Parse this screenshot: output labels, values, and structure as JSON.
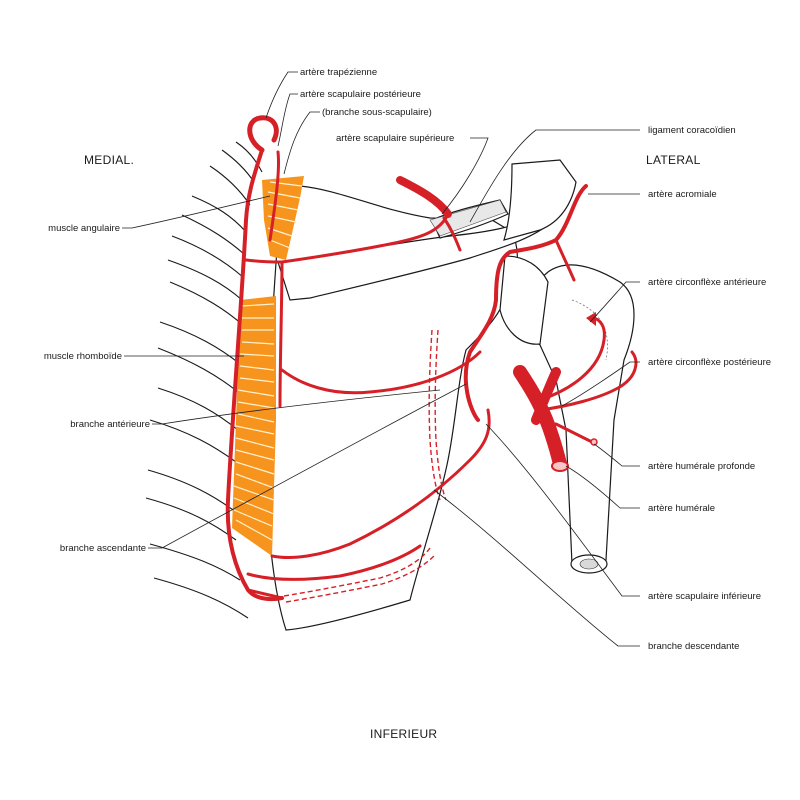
{
  "directions": {
    "medial": "MEDIAL.",
    "lateral": "LATERAL",
    "inferior": "INFERIEUR"
  },
  "labels": {
    "artere_trapezienne": "artère trapézienne",
    "artere_scapulaire_posterieure": "artère scapulaire postérieure",
    "branche_sous_scapulaire": "(branche sous-scapulaire)",
    "artere_scapulaire_superieure": "artère scapulaire supérieure",
    "ligament_coracoidien": "ligament coracoïdien",
    "artere_acromiale": "artère acromiale",
    "artere_circonflexe_anterieure": "artère circonflèxe antérieure",
    "artere_circonflexe_posterieure": "artère circonflèxe postérieure",
    "artere_humerale_profonde": "artère humérale profonde",
    "artere_humerale": "artère humérale",
    "artere_scapulaire_inferieure": "artère scapulaire inférieure",
    "branche_descendante": "branche descendante",
    "muscle_angulaire": "muscle angulaire",
    "muscle_rhomboide": "muscle rhomboïde",
    "branche_anterieure": "branche antérieure",
    "branche_ascendante": "branche ascendante"
  },
  "colors": {
    "artery": "#d62028",
    "muscle": "#f7941d",
    "bone_outline": "#1a1a1a"
  }
}
